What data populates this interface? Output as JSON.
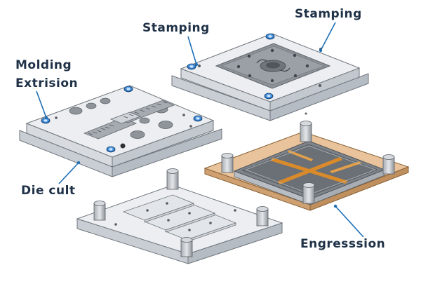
{
  "labels": {
    "molding": "Molding",
    "extrusion": "Extrision",
    "stamping_left": "Stamping",
    "stamping_right": "Stamping",
    "die_cut": "Die cult",
    "engression": "Engresssion"
  },
  "colors": {
    "label_text": "#1f3147",
    "leader": "#1f6fb5",
    "steel_top": "#e9ebee",
    "steel_side": "#c9ced4",
    "steel_dark": "#9aa1a9",
    "recess": "#8d9298",
    "screw_blue": "#2f7fd0",
    "wood_base": "#e8c39b",
    "copper_channel": "#d98a2b"
  },
  "icons": [
    "screw-head-icon",
    "guide-post-icon"
  ]
}
